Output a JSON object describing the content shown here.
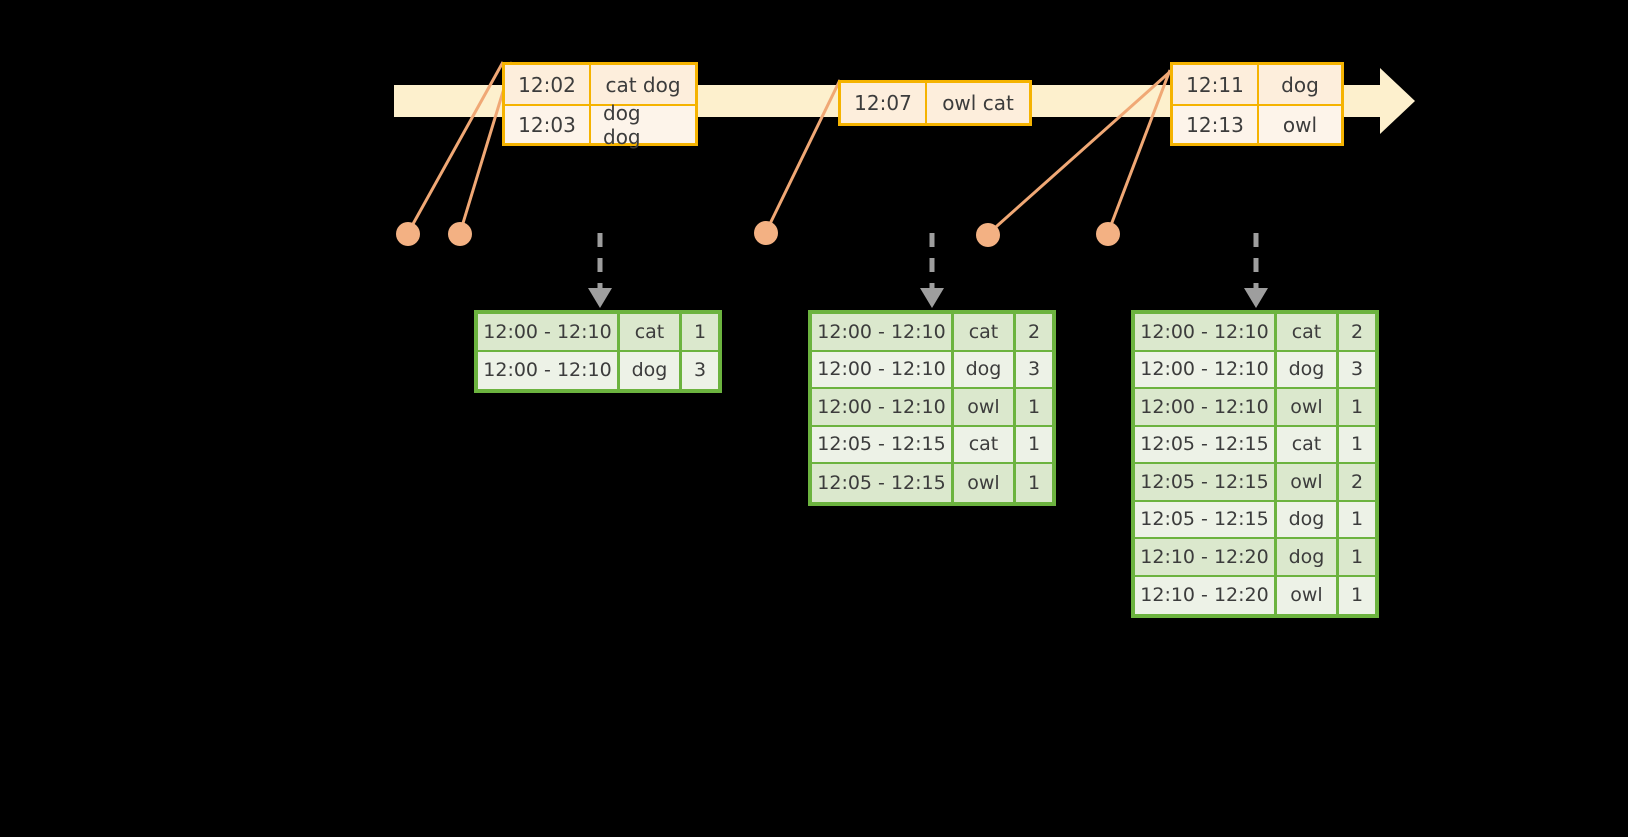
{
  "timeline": {
    "arrow_icon": "right-arrow-icon",
    "events": [
      {
        "id": "event-group-1",
        "rows": [
          {
            "time": "12:02",
            "words": "cat dog"
          },
          {
            "time": "12:03",
            "words": "dog dog"
          }
        ]
      },
      {
        "id": "event-group-2",
        "rows": [
          {
            "time": "12:07",
            "words": "owl cat"
          }
        ]
      },
      {
        "id": "event-group-3",
        "rows": [
          {
            "time": "12:11",
            "words": "dog"
          },
          {
            "time": "12:13",
            "words": "owl"
          }
        ]
      }
    ]
  },
  "tables": [
    {
      "id": "result-table-1",
      "rows": [
        {
          "window": "12:00 - 12:10",
          "word": "cat",
          "count": "1"
        },
        {
          "window": "12:00 - 12:10",
          "word": "dog",
          "count": "3"
        }
      ]
    },
    {
      "id": "result-table-2",
      "rows": [
        {
          "window": "12:00 - 12:10",
          "word": "cat",
          "count": "2"
        },
        {
          "window": "12:00 - 12:10",
          "word": "dog",
          "count": "3"
        },
        {
          "window": "12:00 - 12:10",
          "word": "owl",
          "count": "1"
        },
        {
          "window": "12:05 - 12:15",
          "word": "cat",
          "count": "1"
        },
        {
          "window": "12:05 - 12:15",
          "word": "owl",
          "count": "1"
        }
      ]
    },
    {
      "id": "result-table-3",
      "rows": [
        {
          "window": "12:00 - 12:10",
          "word": "cat",
          "count": "2"
        },
        {
          "window": "12:00 - 12:10",
          "word": "dog",
          "count": "3"
        },
        {
          "window": "12:00 - 12:10",
          "word": "owl",
          "count": "1"
        },
        {
          "window": "12:05 - 12:15",
          "word": "cat",
          "count": "1"
        },
        {
          "window": "12:05 - 12:15",
          "word": "owl",
          "count": "2"
        },
        {
          "window": "12:05 - 12:15",
          "word": "dog",
          "count": "1"
        },
        {
          "window": "12:10 - 12:20",
          "word": "dog",
          "count": "1"
        },
        {
          "window": "12:10 - 12:20",
          "word": "owl",
          "count": "1"
        }
      ]
    }
  ],
  "colors": {
    "timeline_fill": "#fdf0cd",
    "event_border": "#f5b301",
    "event_fill": "#fdeedc",
    "dot": "#f3b183",
    "connector": "#f0a875",
    "table_border": "#6cb33f",
    "table_shade": "#dbe8cd",
    "table_light": "#edf2e7",
    "arrow_gray": "#9e9e9e",
    "text": "#3c3c3c"
  }
}
